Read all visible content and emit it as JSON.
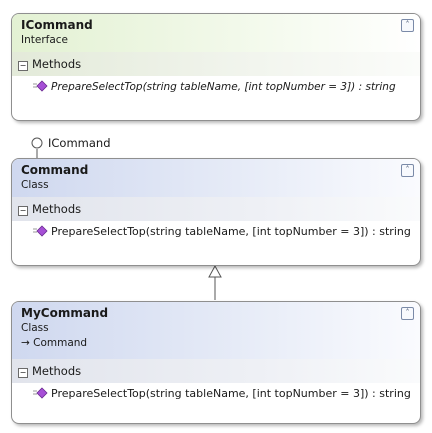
{
  "shapes": {
    "icommand": {
      "title": "ICommand",
      "kind": "Interface",
      "section": "Methods",
      "method": "PrepareSelectTop(string tableName, [int topNumber = 3]) : string",
      "collapse_glyph": "˄"
    },
    "command": {
      "title": "Command",
      "kind": "Class",
      "section": "Methods",
      "method": "PrepareSelectTop(string tableName, [int topNumber = 3]) : string",
      "collapse_glyph": "˄"
    },
    "mycommand": {
      "title": "MyCommand",
      "kind": "Class",
      "base": "→ Command",
      "section": "Methods",
      "method": "PrepareSelectTop(string tableName, [int topNumber = 3]) : string",
      "collapse_glyph": "˄"
    }
  },
  "lollipop_label": "ICommand",
  "colors": {
    "interface_header": "#e3f1d3",
    "class_header": "#cfd8ef",
    "method_icon": "#9b4dc7",
    "border": "#8f8f8f"
  }
}
